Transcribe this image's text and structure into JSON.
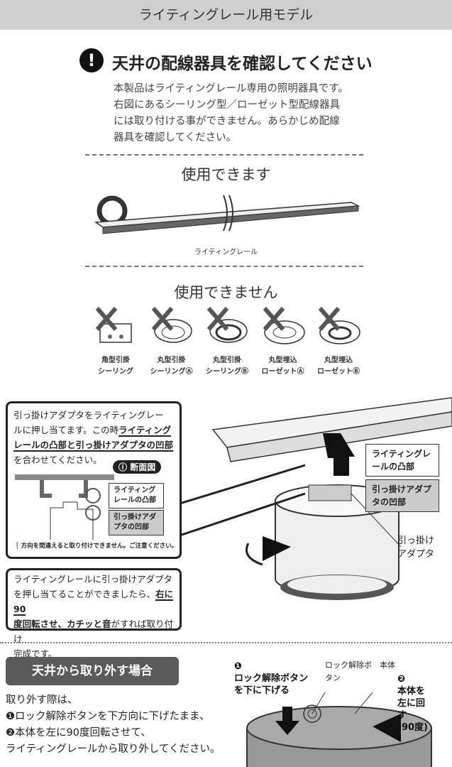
{
  "header": {
    "title": "ライティングレール用モデル"
  },
  "warning": {
    "icon": "exclamation-icon",
    "title": "天井の配線器具を確認してください",
    "lines": [
      "本製品はライティングレール専用の照明器具です。",
      "右図にあるシーリング型／ローゼット型配線器具",
      "には取り付ける事ができません。あらかじめ配線",
      "器具を確認してください。"
    ]
  },
  "usable": {
    "title": "使用できます",
    "item_label": "ライティングレール"
  },
  "unusable": {
    "title": "使用できません",
    "items": [
      {
        "line1": "角型引掛",
        "line2": "シーリング"
      },
      {
        "line1": "丸型引掛",
        "line2": "シーリングⒶ"
      },
      {
        "line1": "丸型引掛",
        "line2": "シーリングⒷ"
      },
      {
        "line1": "丸型埋込",
        "line2": "ローゼットⒶ"
      },
      {
        "line1": "丸型埋込",
        "line2": "ローゼットⒷ"
      }
    ]
  },
  "step1": {
    "t1": "引っ掛けアダプタをライティングレー",
    "t2": "ルに押し当てます。この時",
    "t2b": "ライティング",
    "t3": "レールの凸部",
    "t3b": "と",
    "t3c": "引っ掛けアダプタの凹部",
    "t4": "を合わせてください。",
    "section_badge": "断面図",
    "rail_label": "ライティングレールの凸部",
    "adapter_label": "引っ掛けアダプタの凹部",
    "caution": "方向を間違えると取り付けできません。ご注意ください。"
  },
  "step2": {
    "t1": "ライティングレールに引っ掛けアダプタ",
    "t2": "を押し当てることができましたら、",
    "t2b": "右に90",
    "t3": "度回転させ、カチッと音",
    "t3b": "がすれば取り付け",
    "t4": "完成です。"
  },
  "diagram": {
    "rail_label": "ライティングレールの凸部",
    "adapter_label": "引っ掛けアダプタの凹部",
    "adapter_name": "引っ掛けアダプタ"
  },
  "removal": {
    "title": "天井から取り外す場合",
    "lines": [
      "取り外す際は、",
      "❶ロック解除ボタンを下方向に下げたまま、",
      "❷本体を左に90度回転させて、",
      "ライティングレールから取り外してください。"
    ],
    "step1_num": "❶",
    "step1_label": "ロック解除ボタンを下に下げる",
    "button_label": "ロック解除ボタン",
    "body_label": "本体",
    "step2_num": "❷",
    "step2_label": "本体を左に回す",
    "step2_angle": "(90度)"
  }
}
